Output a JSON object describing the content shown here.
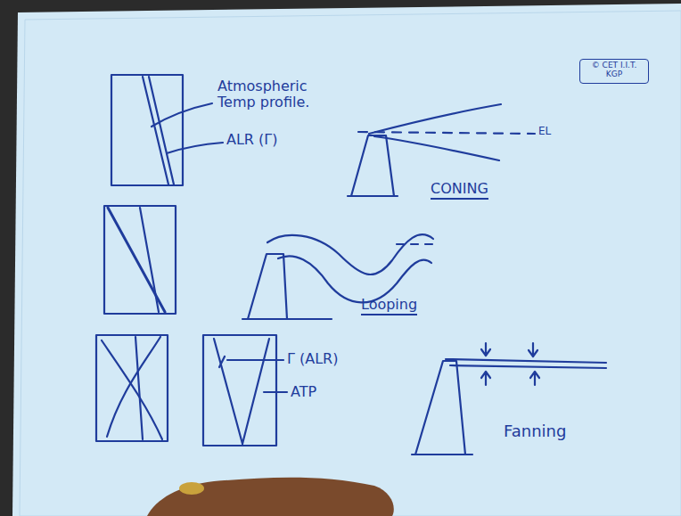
{
  "diagram": {
    "nodes": [
      {
        "text": [
          "© CET I.I.T. KGP"
        ]
      }
    ],
    "labels": [
      "Atmospheric Temp profile.",
      "ALR (Γ)",
      "EL",
      "CONING",
      "Looping",
      "Γ (ALR)",
      "ATP",
      "Fanning"
    ]
  }
}
